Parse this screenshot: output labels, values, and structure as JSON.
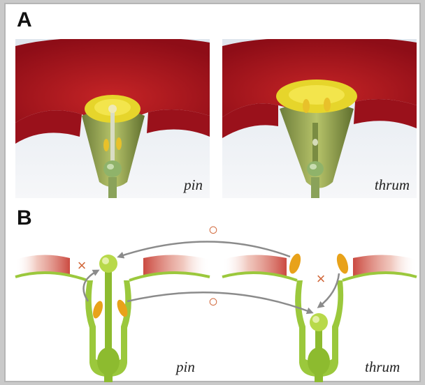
{
  "panel_a": {
    "letter": "A",
    "photos": [
      {
        "label": "pin"
      },
      {
        "label": "thrum"
      }
    ]
  },
  "panel_b": {
    "letter": "B",
    "labels": {
      "pin": "pin",
      "thrum": "thrum"
    },
    "compatible_mark": "○",
    "incompatible_mark": "×"
  },
  "colors": {
    "petal_red": "#a4131c",
    "stamen_yellow": "#e6d52b",
    "stem_green": "#9bc83c",
    "anther_orange": "#e8a21a",
    "mark_orange": "#d1673a",
    "arrow_gray": "#8b8b8b"
  }
}
